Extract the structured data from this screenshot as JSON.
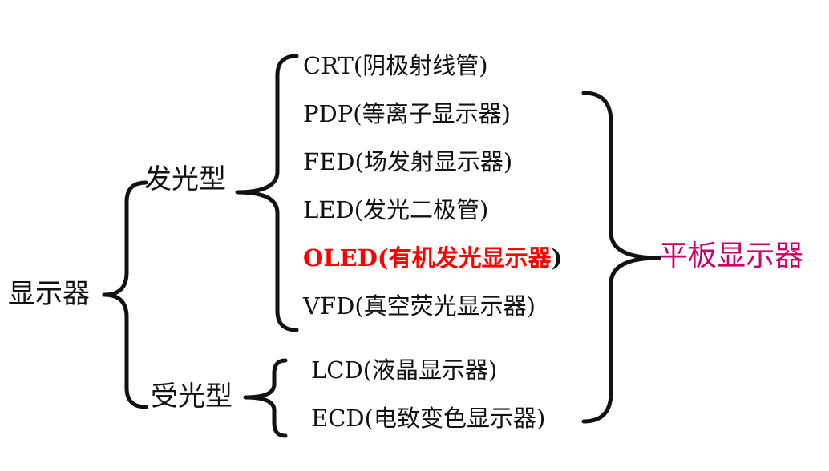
{
  "diagram": {
    "root": "显示器",
    "groups": [
      {
        "label": "发光型",
        "items": [
          {
            "code": "CRT",
            "name": "阴极射线管"
          },
          {
            "code": "PDP",
            "name": "等离子显示器"
          },
          {
            "code": "FED",
            "name": "场发射显示器"
          },
          {
            "code": "LED",
            "name": "发光二极管"
          },
          {
            "code": "OLED",
            "name": "有机发光显示器"
          },
          {
            "code": "VFD",
            "name": "真空荧光显示器"
          }
        ]
      },
      {
        "label": "受光型",
        "items": [
          {
            "code": "LCD",
            "name": "液晶显示器"
          },
          {
            "code": "ECD",
            "name": "电致变色显示器"
          }
        ]
      }
    ],
    "flat_panel": {
      "label": "平板显示器"
    },
    "colors": {
      "text": "#111111",
      "highlight": "#ff0000",
      "flat_panel": "#cc0066",
      "bracket": "#111111"
    }
  }
}
